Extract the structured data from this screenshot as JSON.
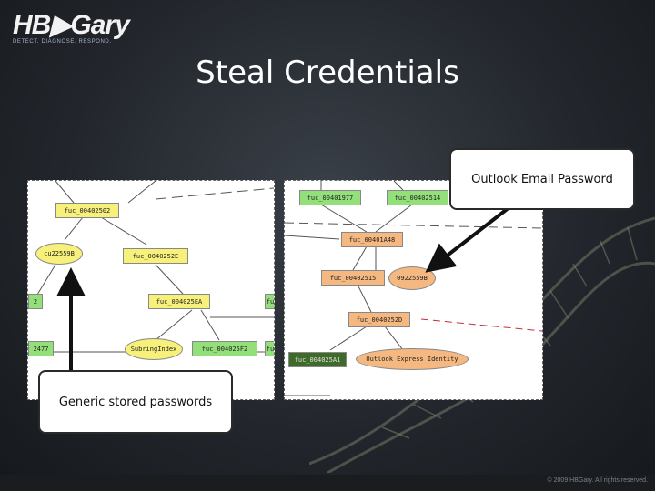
{
  "logo": {
    "text": "HB▶Gary",
    "tagline": "DETECT. DIAGNOSE. RESPOND."
  },
  "title": "Steal Credentials",
  "callouts": {
    "right": "Outlook Email Password",
    "left": "Generic stored passwords"
  },
  "left_graph": {
    "nodes": {
      "n1": "fuc_00402502",
      "n2": "cu22559B",
      "n3": "fuc_0040252E",
      "n4": "fuc_004025EA",
      "n5": "SubringIndex",
      "n6": "fuc_004025F2",
      "edge_a": "2",
      "edge_b": "2477",
      "edge_c": "fu",
      "edge_d": "fu"
    }
  },
  "right_graph": {
    "nodes": {
      "n1": "fuc_00401977",
      "n2": "fuc_00402514",
      "n3": "fuc_00401A48",
      "n4": "fuc_00402515",
      "n5": "0922559B",
      "n6": "fuc_0040252D",
      "n7": "fuc_004025A1",
      "n8": "Outlook Express Identity"
    }
  },
  "footer": {
    "copyright": "© 2009 HBGary.  All rights reserved."
  },
  "colors": {
    "node_yellow": "#f7f07a",
    "node_green": "#93e07a",
    "node_orange": "#f5b880",
    "node_dark_green": "#3f6b2a"
  }
}
